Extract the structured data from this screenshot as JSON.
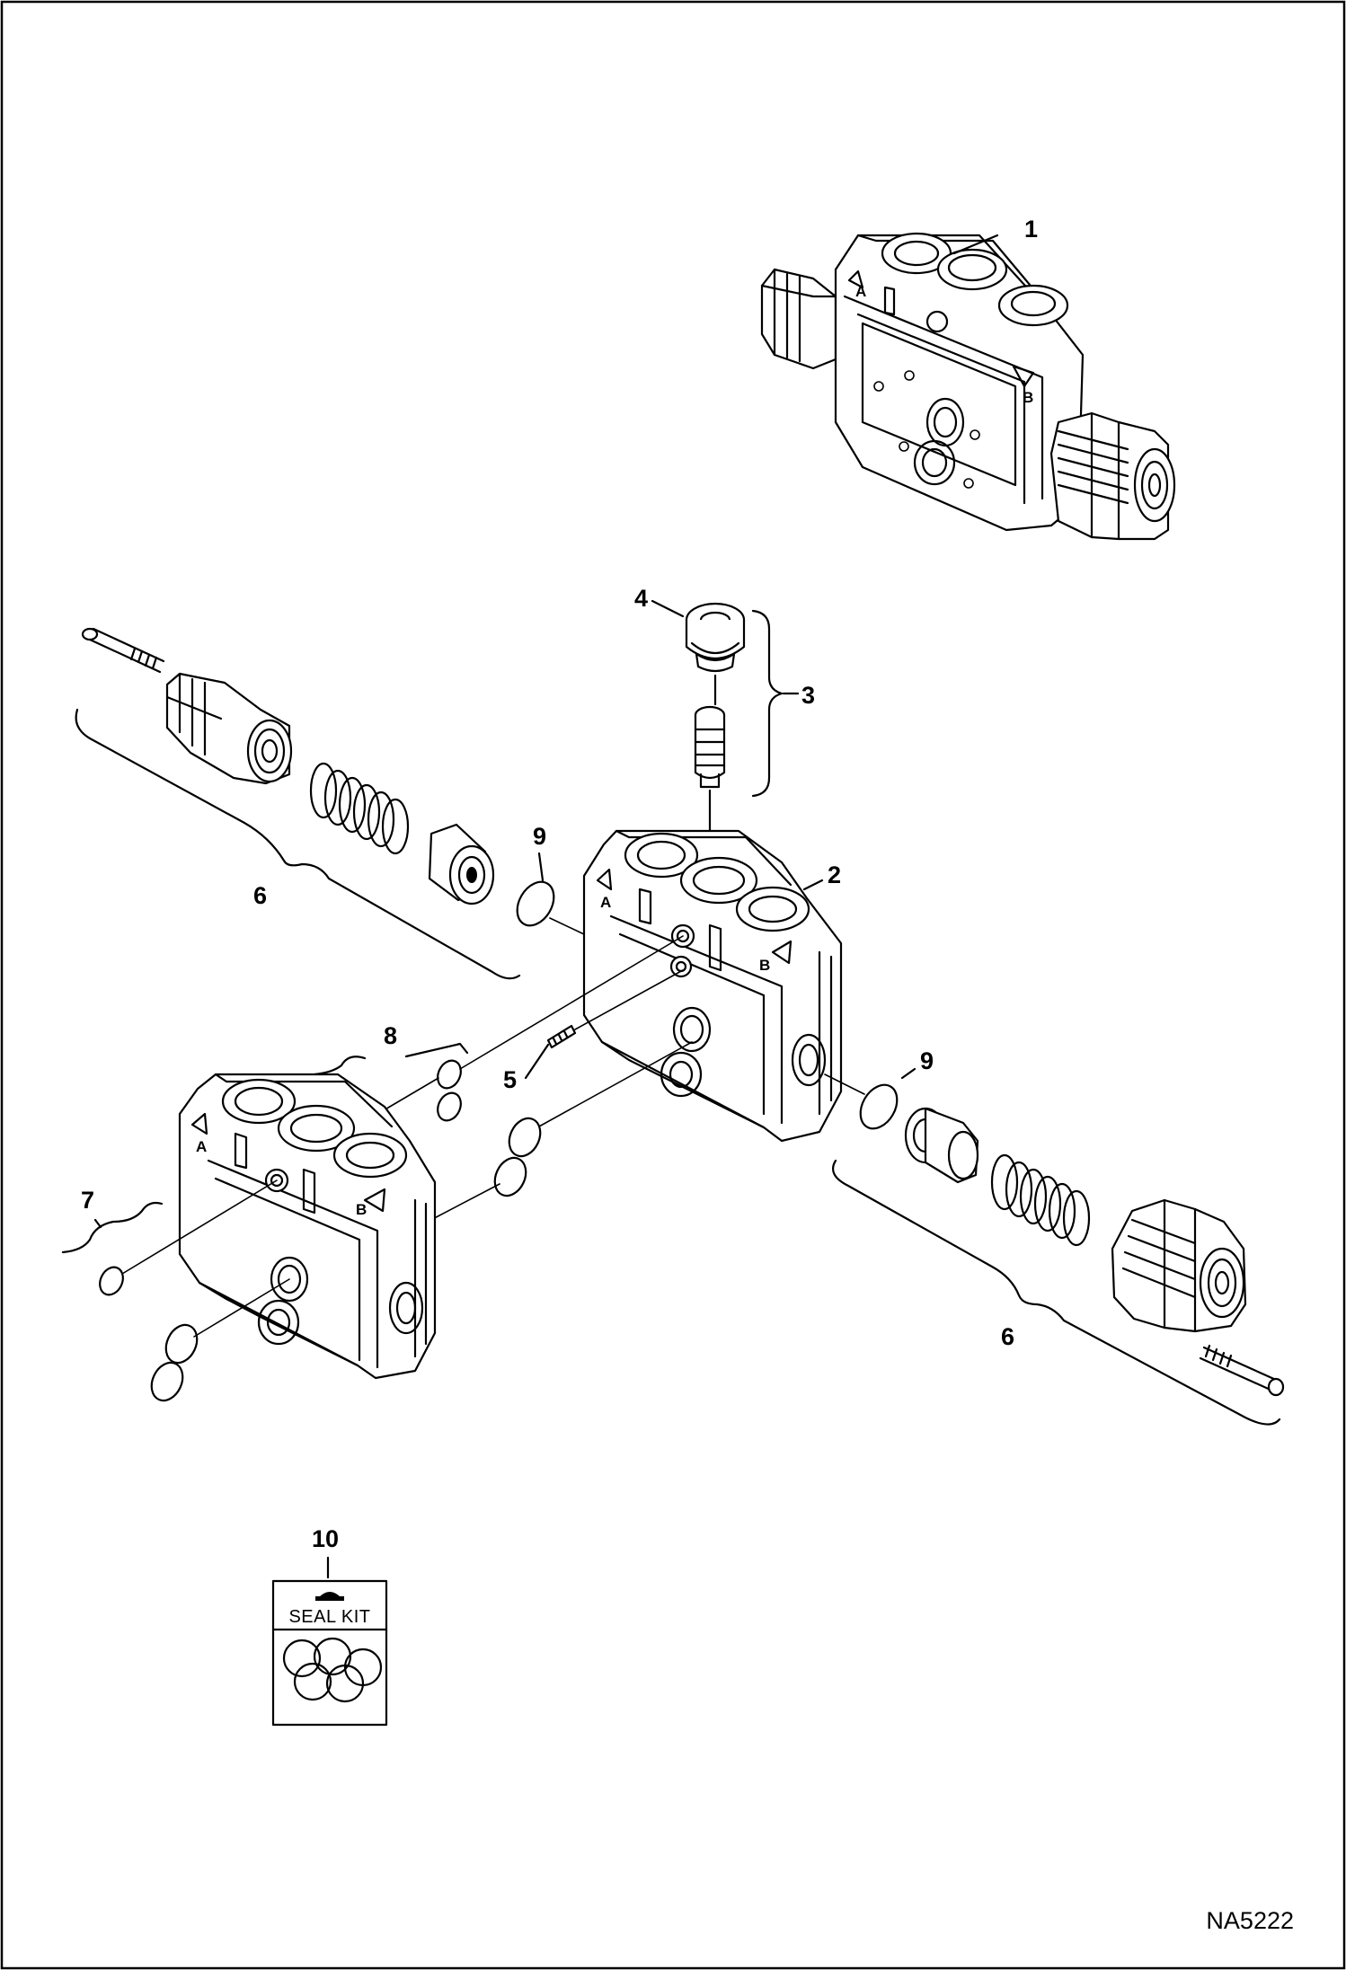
{
  "callouts": {
    "c1": "1",
    "c2": "2",
    "c3": "3",
    "c4": "4",
    "c5": "5",
    "c6_left": "6",
    "c6_right": "6",
    "c7": "7",
    "c8": "8",
    "c9_left": "9",
    "c9_right": "9",
    "c10": "10"
  },
  "port_marks": {
    "a": "A",
    "b": "B"
  },
  "seal_kit": {
    "label": "SEAL KIT"
  },
  "drawing_code": "NA5222",
  "colors": {
    "line": "#000000",
    "background": "#ffffff"
  }
}
